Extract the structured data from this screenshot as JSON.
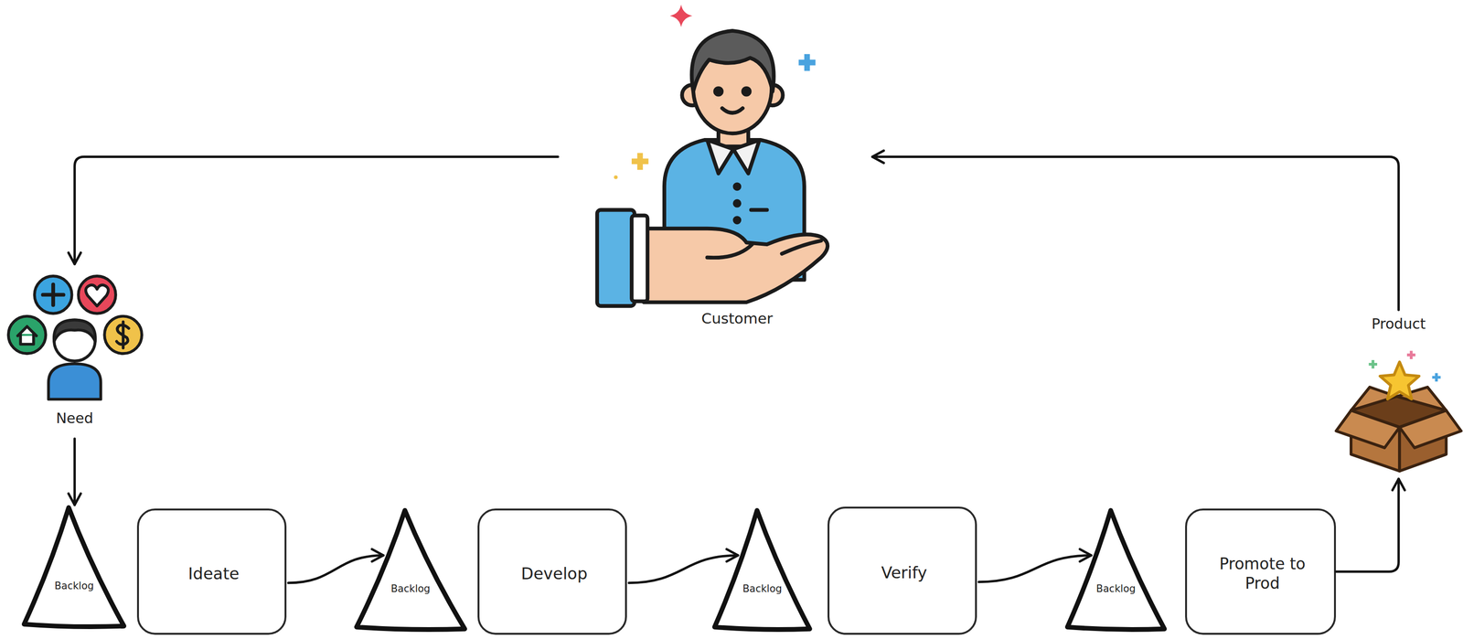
{
  "diagram": {
    "nodes": [
      {
        "text": [
          "Customer"
        ]
      },
      {
        "text": [
          "Need"
        ]
      },
      {
        "text": [
          "Backlog"
        ]
      },
      {
        "text": [
          "Ideate"
        ]
      },
      {
        "text": [
          "Backlog"
        ]
      },
      {
        "text": [
          "Develop"
        ]
      },
      {
        "text": [
          "Backlog"
        ]
      },
      {
        "text": [
          "Verify"
        ]
      },
      {
        "text": [
          "Backlog"
        ]
      },
      {
        "text": [
          "Promote to Prod"
        ]
      },
      {
        "text": [
          "Product"
        ]
      }
    ],
    "edges": [
      {
        "from": 0,
        "to": 1,
        "arrow": "to"
      },
      {
        "from": 1,
        "to": 2,
        "arrow": "to"
      },
      {
        "from": 3,
        "to": 4,
        "arrow": "to"
      },
      {
        "from": 5,
        "to": 6,
        "arrow": "to"
      },
      {
        "from": 7,
        "to": 8,
        "arrow": "to"
      },
      {
        "from": 9,
        "to": 10,
        "arrow": "to"
      },
      {
        "from": 10,
        "to": 0,
        "arrow": "to"
      }
    ]
  }
}
